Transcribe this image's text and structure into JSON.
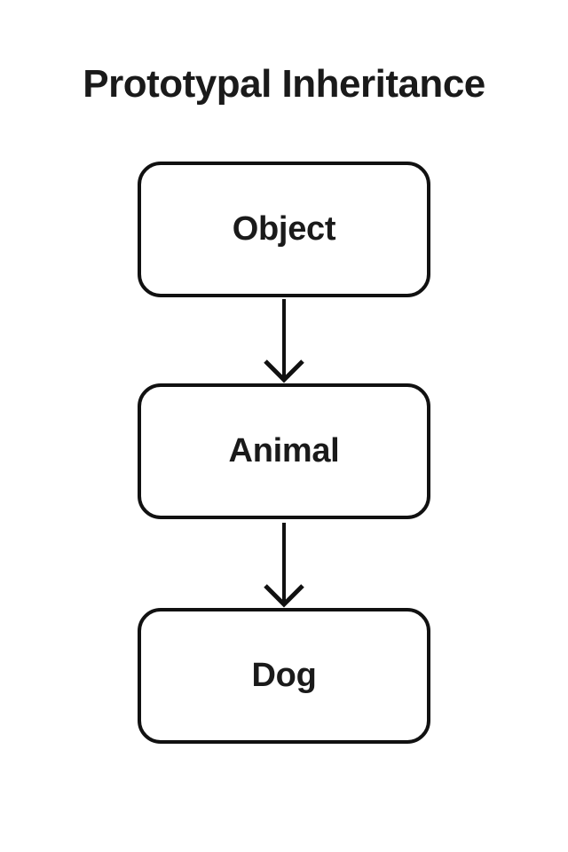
{
  "title": "Prototypal Inheritance",
  "diagram": {
    "type": "flowchart",
    "direction": "top-down",
    "nodes": [
      {
        "id": "object",
        "label": "Object"
      },
      {
        "id": "animal",
        "label": "Animal"
      },
      {
        "id": "dog",
        "label": "Dog"
      }
    ],
    "edges": [
      {
        "from": "object",
        "to": "animal",
        "style": "arrow-down"
      },
      {
        "from": "animal",
        "to": "dog",
        "style": "arrow-down"
      }
    ]
  },
  "colors": {
    "background": "#ffffff",
    "stroke": "#111111",
    "text": "#1a1a1a",
    "node_fill": "#ffffff"
  }
}
